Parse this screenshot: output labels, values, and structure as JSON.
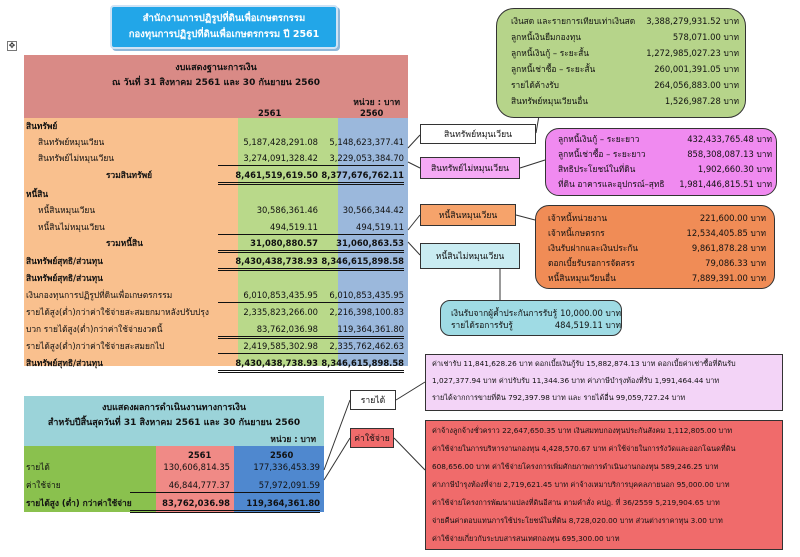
{
  "banner": {
    "line1": "สำนักงานการปฏิรูปที่ดินเพื่อเกษตรกรรม",
    "line2": "กองทุนการปฏิรูปที่ดินเพื่อเกษตรกรรม  ปี 2561"
  },
  "balance_sheet": {
    "title": "งบแสดงฐานะการเงิน",
    "subtitle": "ณ  วันที่ 31 สิงหาคม 2561 และ 30 กันยายน 2560",
    "unit": "หน่วย : บาท",
    "col_2561": "2561",
    "col_2560": "2560",
    "rows": [
      {
        "label": "สินทรัพย์",
        "v1": "",
        "v2": ""
      },
      {
        "label": "สินทรัพย์หมุนเวียน",
        "v1": "5,187,428,291.08",
        "v2": "5,148,623,377.41"
      },
      {
        "label": "สินทรัพย์ไม่หมุนเวียน",
        "v1": "3,274,091,328.42",
        "v2": "3,229,053,384.70"
      },
      {
        "label": "รวมสินทรัพย์",
        "v1": "8,461,519,619.50",
        "v2": "8,377,676,762.11"
      },
      {
        "label": "หนี้สิน",
        "v1": "",
        "v2": ""
      },
      {
        "label": "หนี้สินหมุนเวียน",
        "v1": "30,586,361.46",
        "v2": "30,566,344.42"
      },
      {
        "label": "หนี้สินไม่หมุนเวียน",
        "v1": "494,519.11",
        "v2": "494,519.11"
      },
      {
        "label": "รวมหนี้สิน",
        "v1": "31,080,880.57",
        "v2": "31,060,863.53"
      },
      {
        "label": "สินทรัพย์สุทธิ/ส่วนทุน",
        "v1": "8,430,438,738.93",
        "v2": "8,346,615,898.58"
      },
      {
        "label": "สินทรัพย์สุทธิ/ส่วนทุน",
        "v1": "",
        "v2": ""
      },
      {
        "label": "เงินกองทุนการปฏิรูปที่ดินเพื่อเกษตรกรรม",
        "v1": "6,010,853,435.95",
        "v2": "6,010,853,435.95"
      },
      {
        "label": "รายได้สูง(ต่ำ)กว่าค่าใช้จ่ายสะสมยกมาหลังปรับปรุง",
        "v1": "2,335,823,266.00",
        "v2": "2,216,398,100.83"
      },
      {
        "label": "บวก รายได้สูง(ต่ำ)กว่าค่าใช้จ่ายงวดนี้",
        "v1": "83,762,036.98",
        "v2": "119,364,361.80"
      },
      {
        "label": "รายได้สูง(ต่ำ)กว่าค่าใช้จ่ายสะสมยกไป",
        "v1": "2,419,585,302.98",
        "v2": "2,335,762,462.63"
      },
      {
        "label": "สินทรัพย์สุทธิ/ส่วนทุน",
        "v1": "8,430,438,738.93",
        "v2": "8,346,615,898.58"
      }
    ]
  },
  "income_statement": {
    "title": "งบแสดงผลการดำเนินงานทางการเงิน",
    "subtitle": "สำหรับปีสิ้นสุดวันที่ 31 สิงหาคม 2561 และ 30 กันยายน 2560",
    "unit": "หน่วย : บาท",
    "col_2561": "2561",
    "col_2560": "2560",
    "rows": [
      {
        "label": "รายได้",
        "v1": "130,606,814.35",
        "v2": "177,336,453.39"
      },
      {
        "label": "ค่าใช้จ่าย",
        "v1": "46,844,777.37",
        "v2": "57,972,091.59"
      },
      {
        "label": "รายได้สูง (ต่ำ) กว่าค่าใช้จ่าย",
        "v1": "83,762,036.98",
        "v2": "119,364,361.80"
      }
    ]
  },
  "labels": {
    "current_assets": "สินทรัพย์หมุนเวียน",
    "noncurrent_assets": "สินทรัพย์ไม่หมุนเวียน",
    "current_liabilities": "หนี้สินหมุนเวียน",
    "noncurrent_liabilities": "หนี้สินไม่หมุนเวียน",
    "income": "รายได้",
    "expense": "ค่าใช้จ่าย"
  },
  "current_assets_detail": [
    {
      "k": "เงินสด และรายการเทียบเท่าเงินสด",
      "v": "3,388,279,931.52 บาท"
    },
    {
      "k": "ลูกหนี้เงินยืมกองทุน",
      "v": "578,071.00 บาท"
    },
    {
      "k": "ลูกหนี้เงินกู้ – ระยะสั้น",
      "v": "1,272,985,027.23 บาท"
    },
    {
      "k": "ลูกหนี้เช่าซื้อ – ระยะสั้น",
      "v": "260,001,391.05 บาท"
    },
    {
      "k": "รายได้ค้างรับ",
      "v": "264,056,883.00 บาท"
    },
    {
      "k": "สินทรัพย์หมุนเวียนอื่น",
      "v": "1,526,987.28 บาท"
    }
  ],
  "noncurrent_assets_detail": [
    {
      "k": "ลูกหนี้เงินกู้ – ระยะยาว",
      "v": "432,433,765.48 บาท"
    },
    {
      "k": "ลูกหนี้เช่าซื้อ – ระยะยาว",
      "v": "858,308,087.13 บาท"
    },
    {
      "k": "สิทธิประโยชน์ในที่ดิน",
      "v": "1,902,660.30 บาท"
    },
    {
      "k": "ที่ดิน อาคารและอุปกรณ์–สุทธิ",
      "v": "1,981,446,815.51 บาท"
    }
  ],
  "current_liabilities_detail": [
    {
      "k": "เจ้าหนี้หน่วยงาน",
      "v": "221,600.00 บาท"
    },
    {
      "k": "เจ้าหนี้เกษตรกร",
      "v": "12,534,405.85 บาท"
    },
    {
      "k": "เงินรับฝากและเงินประกัน",
      "v": "9,861,878.28 บาท"
    },
    {
      "k": "ดอกเบี้ยรับรอการจัดสรร",
      "v": "79,086.33 บาท"
    },
    {
      "k": "หนี้สินหมุนเวียนอื่น",
      "v": "7,889,391.00 บาท"
    }
  ],
  "noncurrent_liabilities_detail": [
    {
      "k": "เงินรับจากผู้ค้ำประกันการรับรู้",
      "v": "10,000.00 บาท"
    },
    {
      "k": "รายได้รอการรับรู้",
      "v": "484,519.11 บาท"
    }
  ],
  "income_detail": [
    "ค่าเช่ารับ 11,841,628.26 บาท ดอกเบี้ยเงินกู้รับ 15,882,874.13 บาท ดอกเบี้ยค่าเช่าซื้อที่ดินรับ",
    "1,027,377.94 บาท ค่าปรับรับ 11,344.36 บาท ค่าภาษีบำรุงท้องที่รับ 1,991,464.44 บาท",
    "รายได้จากการขายที่ดิน  792,397.98 บาท และ รายได้อื่น 99,059,727.24 บาท"
  ],
  "expense_detail": [
    "ค่าจ้างลูกจ้างชั่วคราว 22,647,650.35 บาท เงินสมทบกองทุนประกันสังคม 1,112,805.00 บาท",
    "ค่าใช้จ่ายในการบริหารงานกองทุน 4,428,570.67 บาท ค่าใช้จ่ายในการรังวัดและออกโฉนดที่ดิน",
    "608,656.00 บาท  ค่าใช้จ่ายโครงการเพิ่มศักยภาพการดำเนินงานกองทุน 589,246.25 บาท",
    "ค่าภาษีบำรุงท้องที่จ่าย 2,719,621.45 บาท  ค่าจ้างเหมาบริการบุคคลภายนอก 95,000.00 บาท",
    "ค่าใช้จ่ายโครงการพัฒนาแปลงที่ดินอีสาน ตามคำสั่ง คปฏ. ที่ 36/2559  5,219,904.65 บาท",
    "จ่ายคืนค่าตอบแทนการใช้ประโยชน์ในที่ดิน 8,728,020.00 บาท  ส่วนต่างราคาทุน  3.00 บาท",
    "ค่าใช้จ่ายเกี่ยวกับระบบสารสนเทศกองทุน  695,300.00 บาท"
  ],
  "colors": {
    "banner": "#22a6e8",
    "bs_header": "#d98a86",
    "col_2561": "#b9d98a",
    "col_2560": "#9bb8dc",
    "left_col": "#f9c08e",
    "expense_box": "#f06b6b",
    "income_box": "#f3d4f7"
  }
}
